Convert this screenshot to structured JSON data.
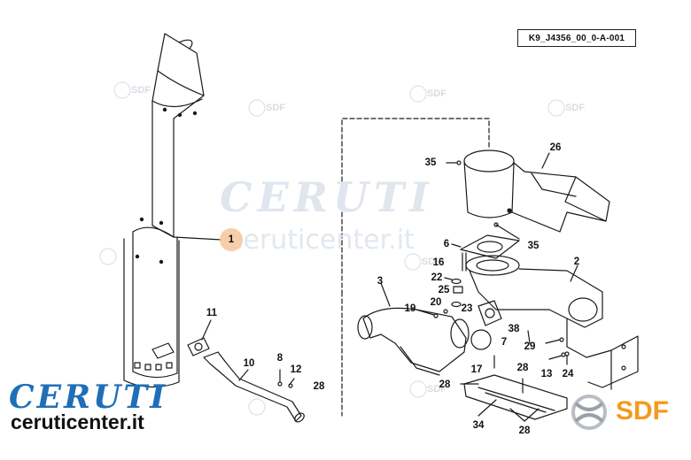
{
  "reference_code": "K9_J4356_00_0-A-001",
  "watermark": {
    "brand": "CERUTI",
    "url": "ceruticenter.it",
    "sdf": "SDF"
  },
  "logos": {
    "ceruti": "CERUTI",
    "ceruti_url": "ceruticenter.it",
    "sdf": "SDF"
  },
  "highlighted_callout": "1",
  "callouts": [
    "35",
    "26",
    "6",
    "35",
    "16",
    "2",
    "22",
    "25",
    "20",
    "23",
    "3",
    "19",
    "38",
    "7",
    "29",
    "11",
    "8",
    "12",
    "10",
    "28",
    "17",
    "28",
    "13",
    "24",
    "28",
    "34",
    "28",
    "1"
  ],
  "colors": {
    "line": "#1a1a1a",
    "ceruti_blue": "#1f6fb8",
    "sdf_orange": "#f39a1e",
    "highlight": "#f5c9a0",
    "watermark": "#dfe6ee"
  }
}
